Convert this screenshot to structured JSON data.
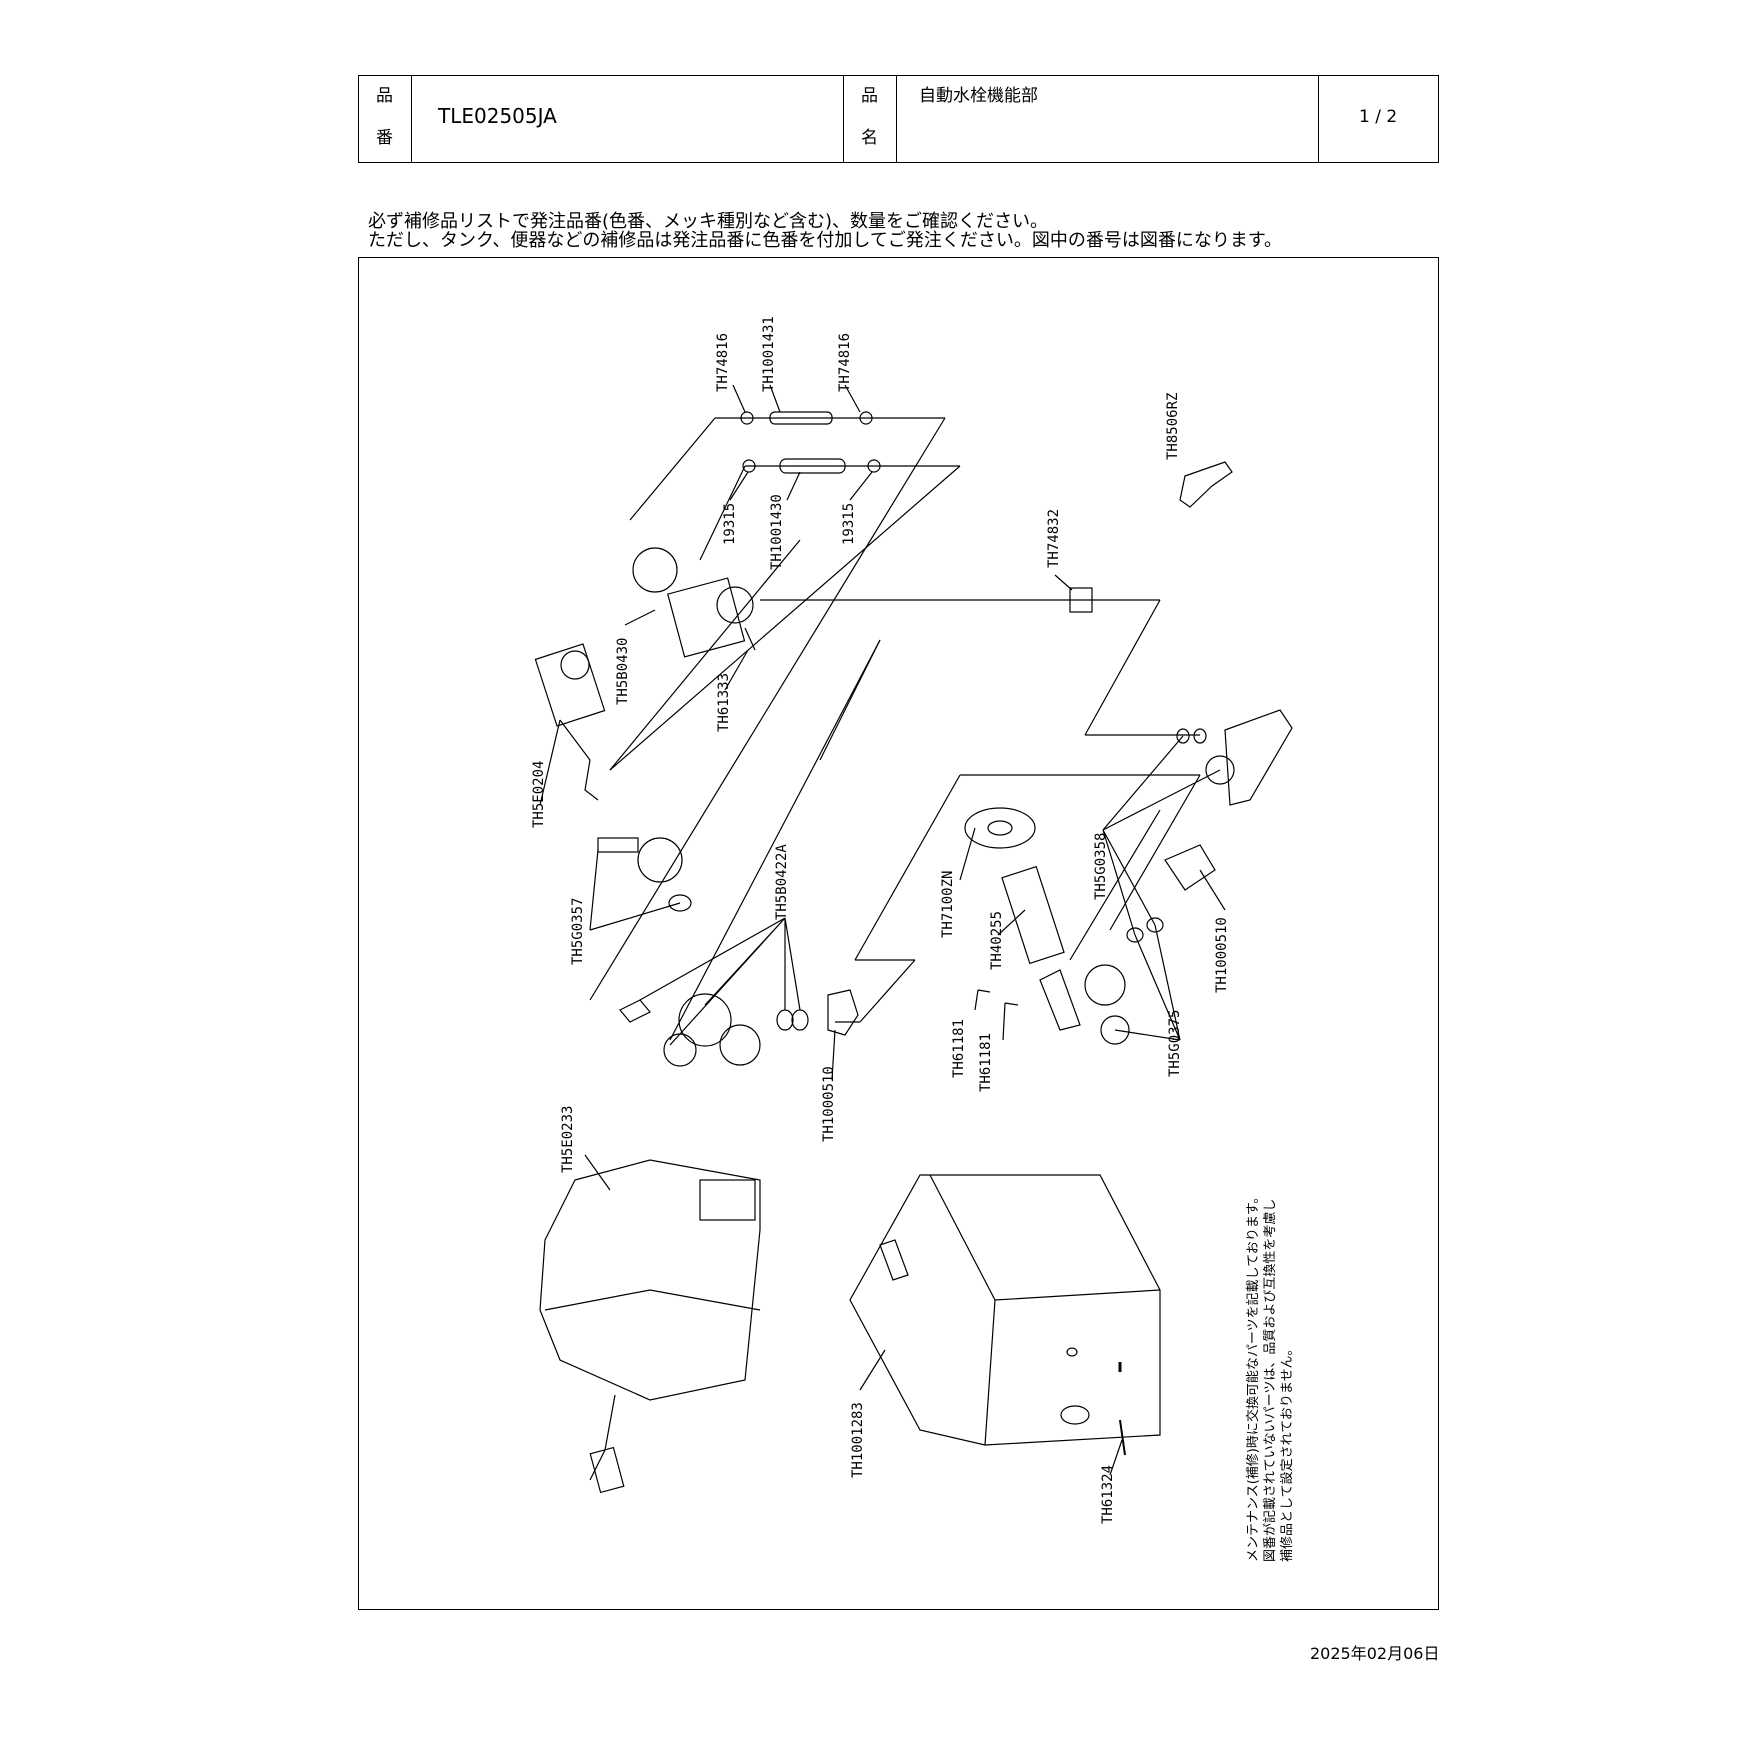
{
  "header": {
    "label_hinban_1": "品",
    "label_hinban_2": "番",
    "product_number": "TLE02505JA",
    "label_hinmei_1": "品",
    "label_hinmei_2": "名",
    "product_name": "自動水栓機能部",
    "page": "1 / 2"
  },
  "notes": [
    "必ず補修品リストで発注品番(色番、メッキ種別など含む)、数量をご確認ください。",
    "ただし、タンク、便器などの補修品は発注品番に色番を付加してご発注ください。図中の番号は図番になります。"
  ],
  "parts": {
    "p1": "TH74816",
    "p2": "TH1001431",
    "p3": "TH74816",
    "p4": "19315",
    "p5": "TH1001430",
    "p6": "19315",
    "p7": "TH8506RZ",
    "p8": "TH74832",
    "p9": "TH5B0430",
    "p10": "TH61333",
    "p11": "TH5E0204",
    "p12": "TH5G0357",
    "p13": "TH5B0422A",
    "p14": "TH5G0358",
    "p15": "TH7100ZN",
    "p16": "TH40255",
    "p17": "TH1000510",
    "p18": "TH61181",
    "p19": "TH61181",
    "p20": "TH5G0375",
    "p21": "TH1000510",
    "p22": "TH5E0233",
    "p23": "TH1001283",
    "p24": "TH61324"
  },
  "side_note": [
    "メンテナンス(補修)時に交換可能なパーツを記載しております。",
    "図番が記載されていないパーツは、品質および互換性を考慮し",
    "補修品として設定されておりません。"
  ],
  "date": "2025年02月06日"
}
